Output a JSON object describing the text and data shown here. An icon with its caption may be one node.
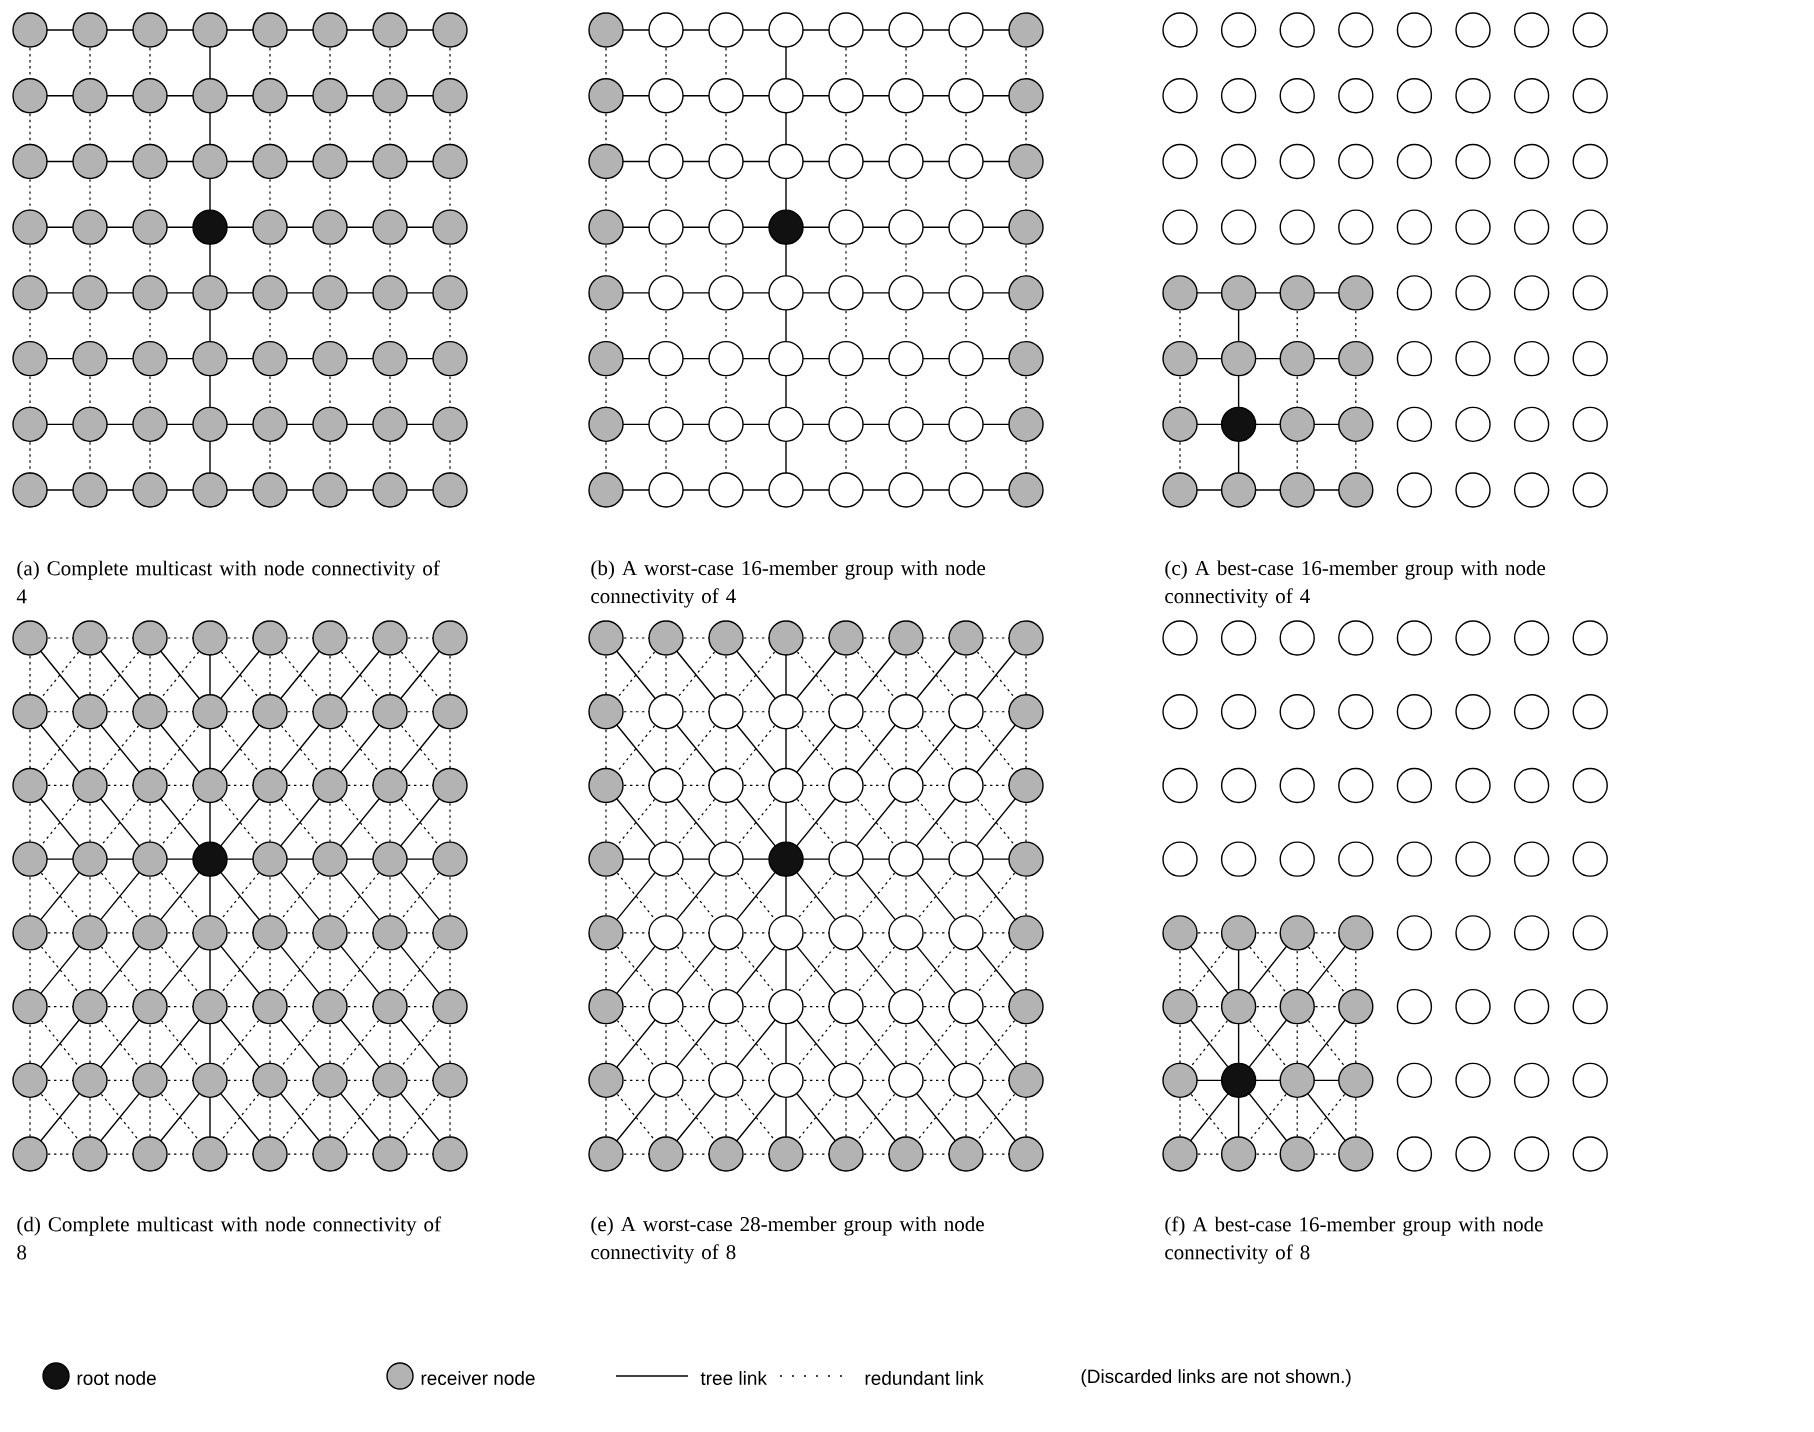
{
  "diagram": {
    "labels": [
      "(a) Complete multicast with node connectivity of 4",
      "(b) A worst-case 16-member group with node connectivity of 4",
      "(c) A best-case 16-member group with node connectivity of 4",
      "(d) Complete multicast with node connectivity of 8",
      "(e) A worst-case 28-member group with node connectivity of 8",
      "(f) A best-case 16-member group with node connectivity of 8",
      "(Discarded links are not shown.)"
    ],
    "legend": [
      {
        "text": "root node"
      },
      {
        "text": "receiver node"
      },
      {
        "text": "tree link"
      },
      {
        "text": "redundant link"
      }
    ]
  }
}
